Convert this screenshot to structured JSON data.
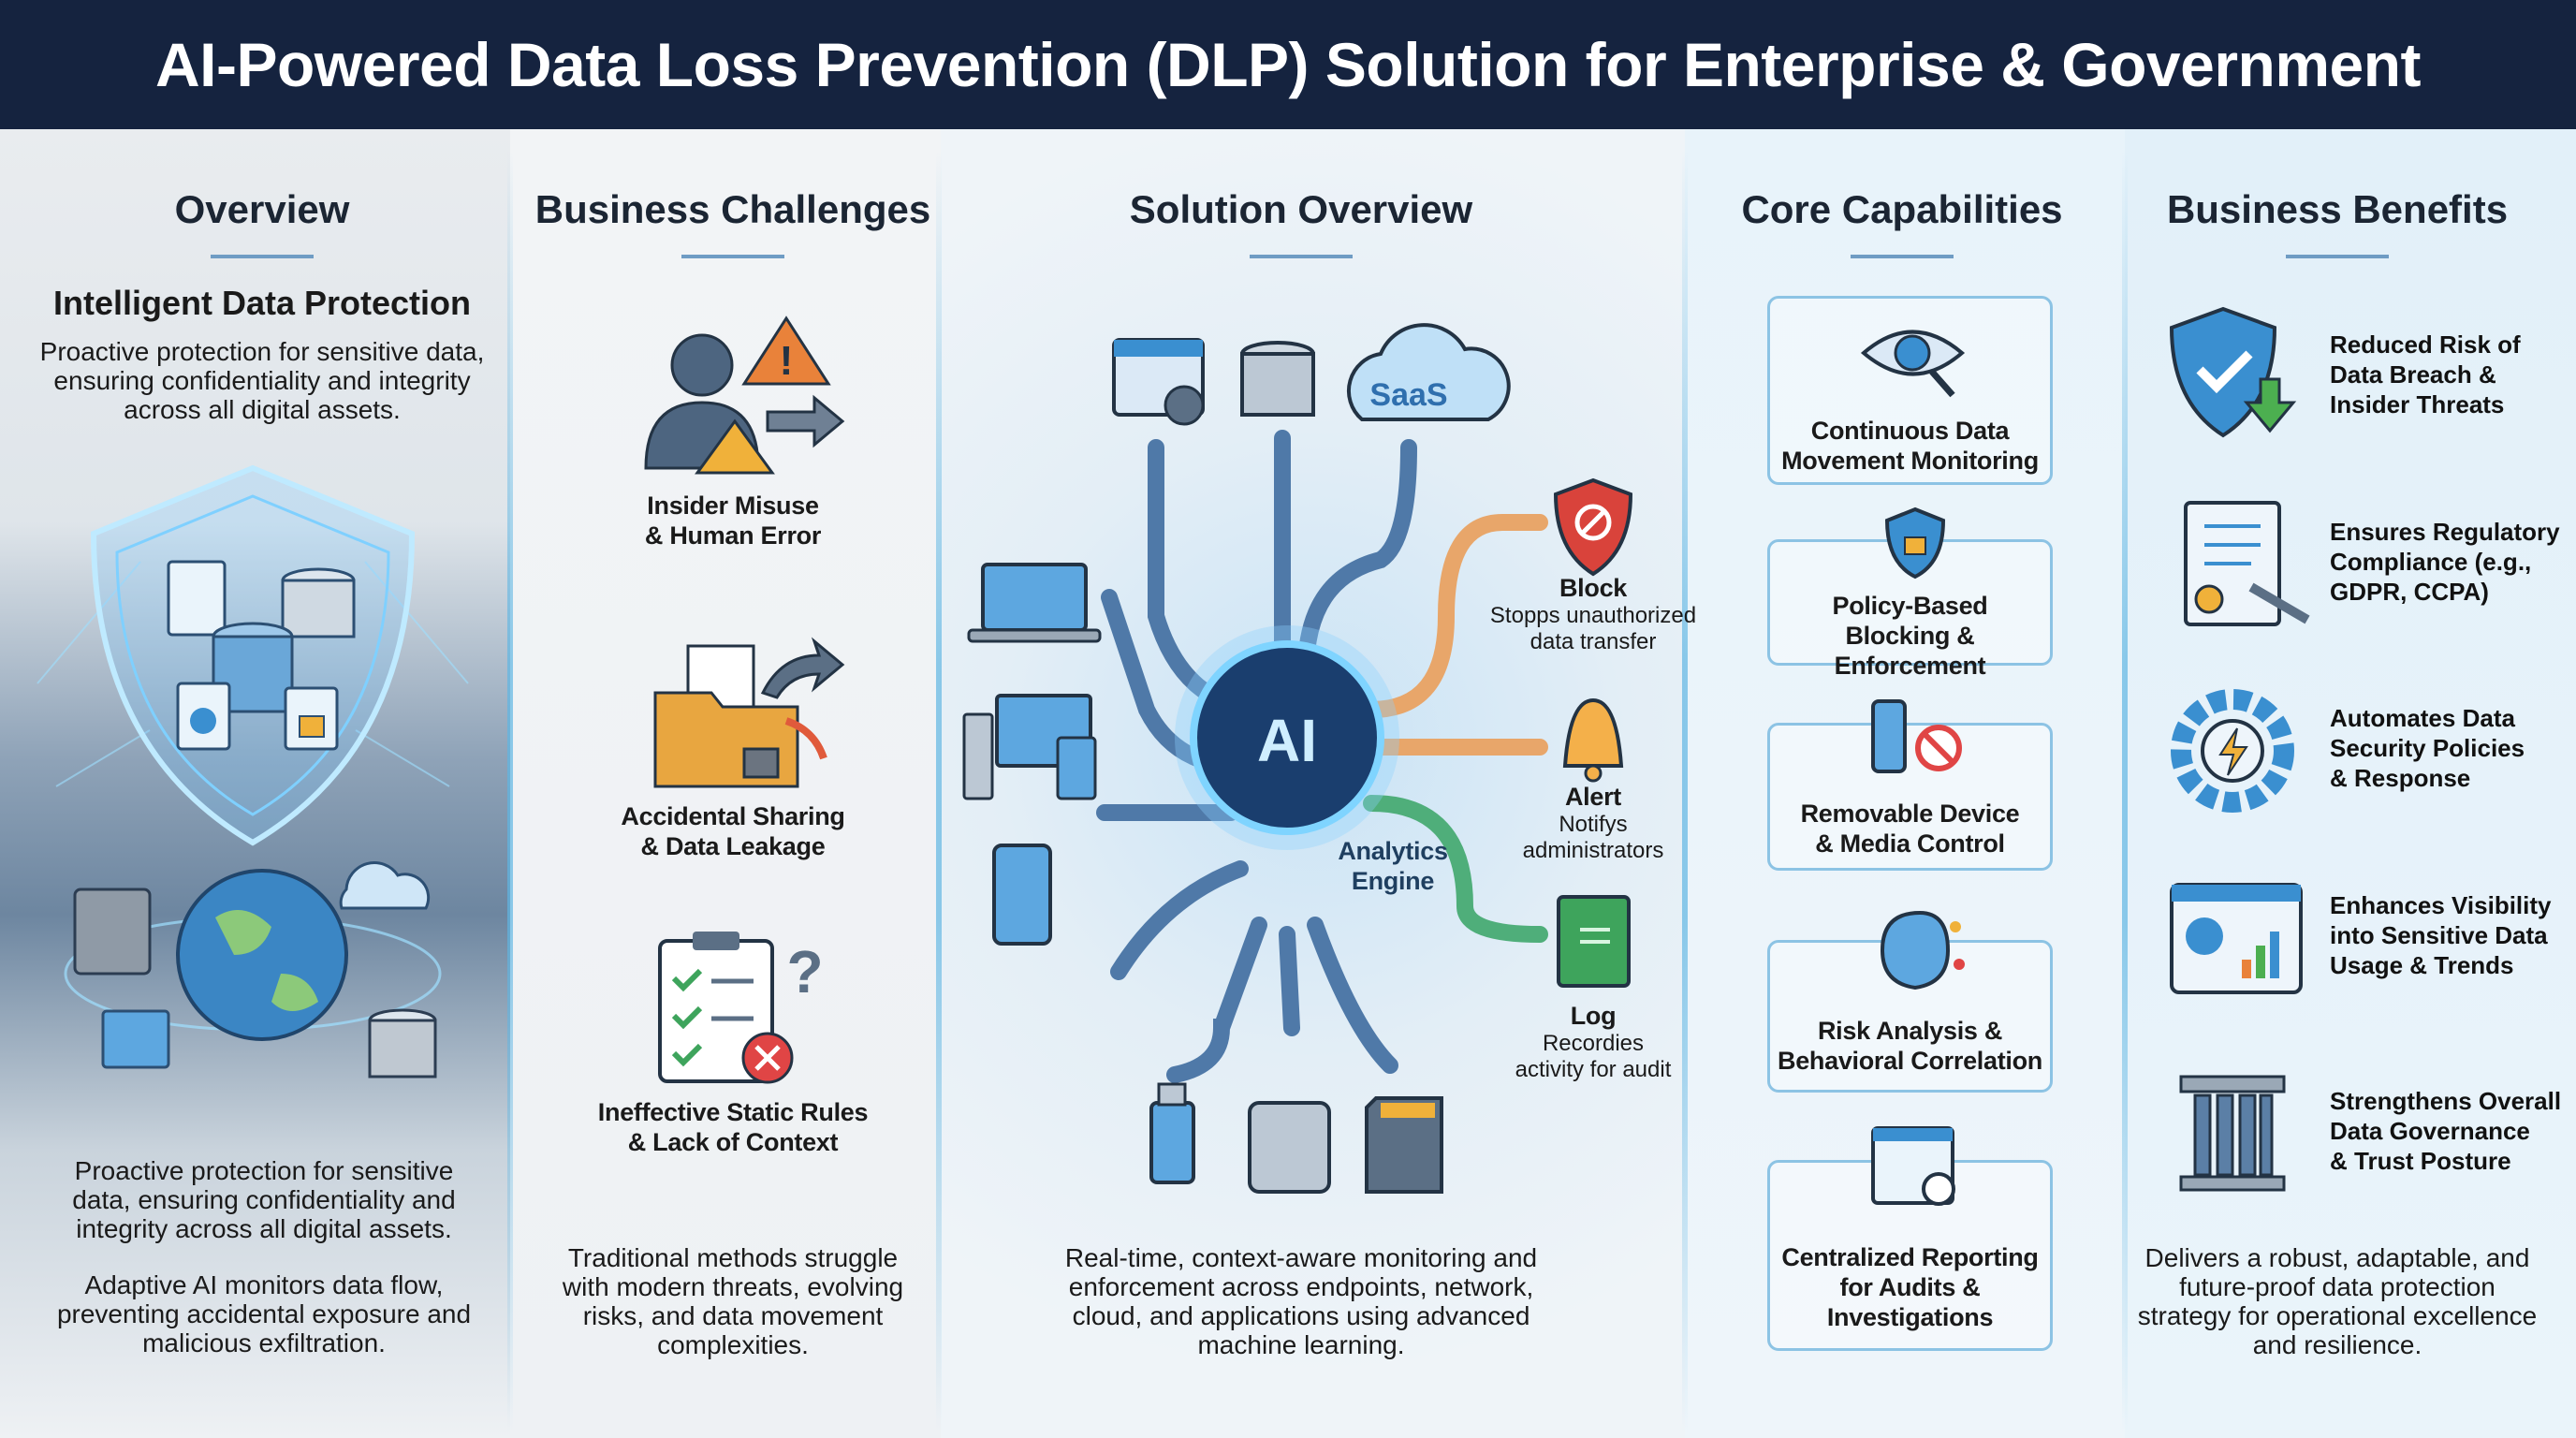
{
  "title": "AI-Powered Data Loss Prevention (DLP) Solution for Enterprise & Government",
  "overview": {
    "heading": "Overview",
    "subheading": "Intelligent Data Protection",
    "intro": [
      "Proactive protection for sensitive data,",
      "ensuring confidentiality and integrity",
      "across all digital assets."
    ],
    "para1": [
      "Proactive protection for sensitive",
      "data, ensuring confidentiality and",
      "integrity across all digital assets."
    ],
    "para2": [
      "Adaptive AI monitors data flow,",
      "preventing accidental exposure and",
      "malicious exfiltration."
    ]
  },
  "challenges": {
    "heading": "Business Challenges",
    "items": [
      {
        "label": [
          "Insider Misuse",
          "& Human Error"
        ],
        "icon": "user-warning-icon"
      },
      {
        "label": [
          "Accidental Sharing",
          "& Data Leakage"
        ],
        "icon": "folder-share-icon"
      },
      {
        "label": [
          "Ineffective Static Rules",
          "& Lack of Context"
        ],
        "icon": "checklist-error-icon"
      }
    ],
    "footer": [
      "Traditional methods struggle",
      "with modern threats, evolving",
      "risks, and data movement",
      "complexities."
    ]
  },
  "solution": {
    "heading": "Solution Overview",
    "core_label": "AI",
    "engine_label": [
      "Analytics",
      "Engine"
    ],
    "saas_label": "SaaS",
    "actions": [
      {
        "title": "Block",
        "desc": [
          "Stopps unauthorized",
          "data transfer"
        ],
        "color": "#d9433b"
      },
      {
        "title": "Alert",
        "desc": [
          "Notifys",
          "administrators"
        ],
        "color": "#f0a640"
      },
      {
        "title": "Log",
        "desc": [
          "Recordies",
          "activity for audit"
        ],
        "color": "#3ea45c"
      }
    ],
    "footer": [
      "Real-time, context-aware monitoring and",
      "enforcement across endpoints, network,",
      "cloud, and applications using advanced",
      "machine learning."
    ]
  },
  "capabilities": {
    "heading": "Core Capabilities",
    "items": [
      {
        "label": [
          "Continuous Data",
          "Movement Monitoring"
        ]
      },
      {
        "label": [
          "Policy-Based",
          "Blocking & Enforcement"
        ]
      },
      {
        "label": [
          "Removable Device",
          "& Media Control"
        ]
      },
      {
        "label": [
          "Risk Analysis &",
          "Behavioral Correlation"
        ]
      },
      {
        "label": [
          "Centralized Reporting",
          "for Audits &",
          "Investigations"
        ]
      }
    ]
  },
  "benefits": {
    "heading": "Business Benefits",
    "items": [
      {
        "label": [
          "Reduced Risk of",
          "Data Breach &",
          "Insider Threats"
        ]
      },
      {
        "label": [
          "Ensures Regulatory",
          "Compliance (e.g.,",
          "GDPR, CCPA)"
        ]
      },
      {
        "label": [
          "Automates Data",
          "Security Policies",
          "& Response"
        ]
      },
      {
        "label": [
          "Enhances Visibility",
          "into Sensitive Data",
          "Usage & Trends"
        ]
      },
      {
        "label": [
          "Strengthens Overall",
          "Data Governance",
          "& Trust Posture"
        ]
      }
    ],
    "footer": [
      "Delivers a robust, adaptable, and",
      "future-proof data protection",
      "strategy for operational excellence",
      "and resilience."
    ]
  },
  "colors": {
    "header": "#15233f",
    "accent": "#3a8fd0"
  }
}
